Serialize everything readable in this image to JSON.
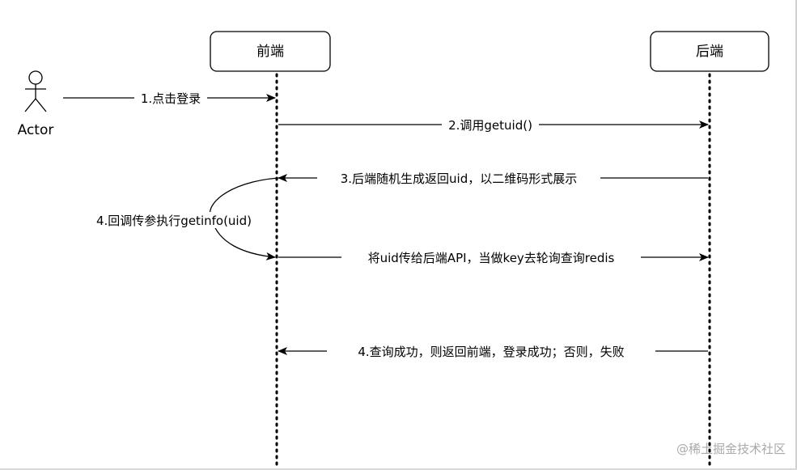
{
  "participants": {
    "actor": "Actor",
    "frontend": "前端",
    "backend": "后端"
  },
  "messages": {
    "m1": "1.点击登录",
    "m2": "2.调用getuid()",
    "m3": "3.后端随机生成返回uid，以二维码形式展示",
    "m4_self": "4.回调传参执行getinfo(uid)",
    "m5": "将uid传给后端API，当做key去轮询查询redis",
    "m6": "4.查询成功，则返回前端，登录成功；否则，失败"
  },
  "watermark": "@稀土掘金技术社区"
}
